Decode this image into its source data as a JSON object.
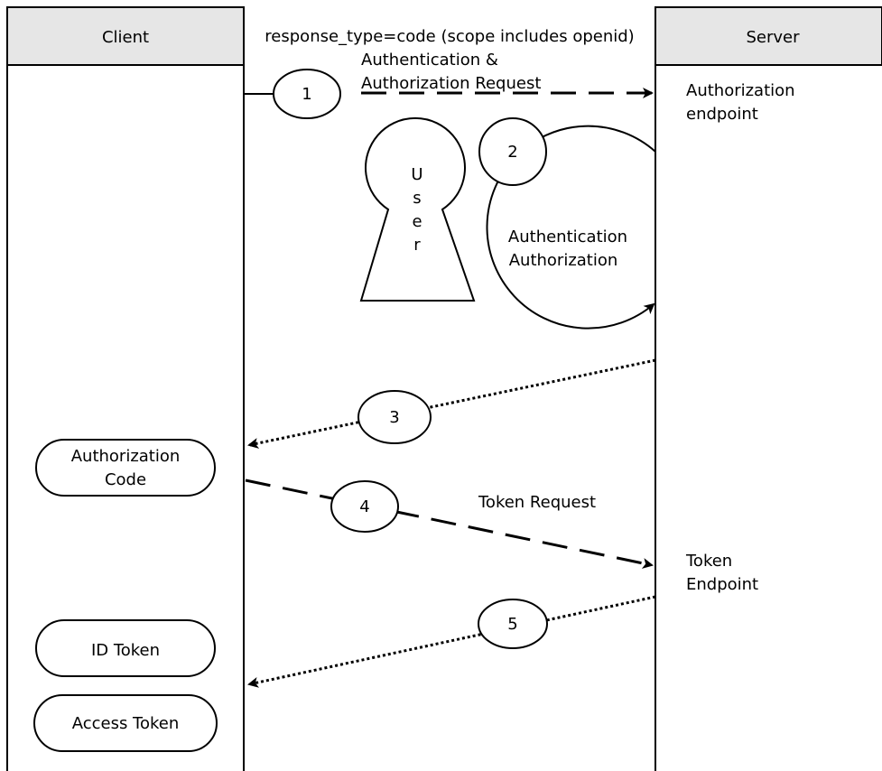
{
  "lanes": {
    "left": {
      "label": "Client"
    },
    "right": {
      "label": "Server"
    }
  },
  "top_label": "response_type=code (scope includes openid)",
  "steps": [
    {
      "number": "1",
      "label_line1": "Authentication &",
      "label_line2": "Authorization Request"
    },
    {
      "number": "2",
      "label_line1": "Authentication",
      "label_line2": "Authorization"
    },
    {
      "number": "3"
    },
    {
      "number": "4",
      "label": "Token Request"
    },
    {
      "number": "5"
    }
  ],
  "user_letters": [
    "U",
    "s",
    "e",
    "r"
  ],
  "server_endpoints": {
    "authorization_line1": "Authorization",
    "authorization_line2": "endpoint",
    "token_line1": "Token",
    "token_line2": "Endpoint"
  },
  "client_artifacts": {
    "authorization_code_line1": "Authorization",
    "authorization_code_line2": "Code",
    "id_token": "ID Token",
    "access_token": "Access Token"
  }
}
